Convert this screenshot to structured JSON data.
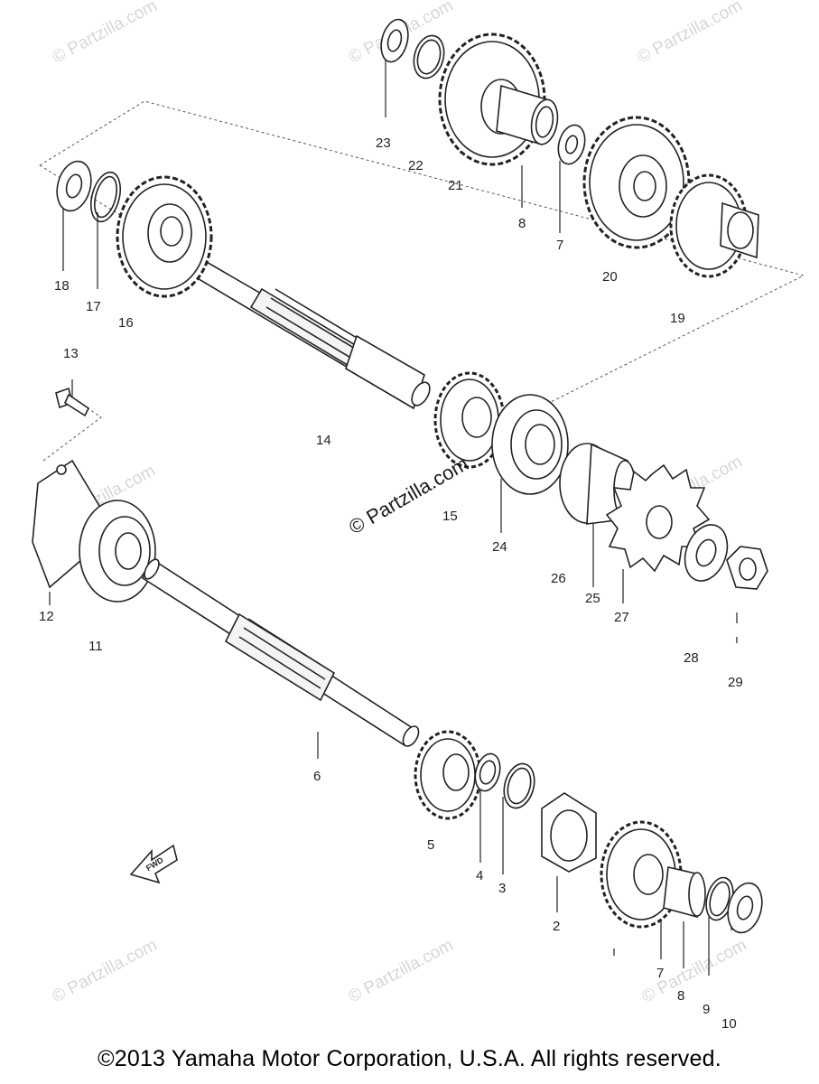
{
  "diagram": {
    "part_labels": [
      {
        "id": "23",
        "text": "23"
      },
      {
        "id": "22",
        "text": "22"
      },
      {
        "id": "21",
        "text": "21"
      },
      {
        "id": "8a",
        "text": "8"
      },
      {
        "id": "7a",
        "text": "7"
      },
      {
        "id": "20",
        "text": "20"
      },
      {
        "id": "19",
        "text": "19"
      },
      {
        "id": "18",
        "text": "18"
      },
      {
        "id": "17",
        "text": "17"
      },
      {
        "id": "16",
        "text": "16"
      },
      {
        "id": "13",
        "text": "13"
      },
      {
        "id": "14",
        "text": "14"
      },
      {
        "id": "15",
        "text": "15"
      },
      {
        "id": "24",
        "text": "24"
      },
      {
        "id": "26",
        "text": "26"
      },
      {
        "id": "25",
        "text": "25"
      },
      {
        "id": "27",
        "text": "27"
      },
      {
        "id": "28",
        "text": "28"
      },
      {
        "id": "29",
        "text": "29"
      },
      {
        "id": "12",
        "text": "12"
      },
      {
        "id": "11",
        "text": "11"
      },
      {
        "id": "6",
        "text": "6"
      },
      {
        "id": "5",
        "text": "5"
      },
      {
        "id": "4",
        "text": "4"
      },
      {
        "id": "3",
        "text": "3"
      },
      {
        "id": "2",
        "text": "2"
      },
      {
        "id": "7b",
        "text": "7"
      },
      {
        "id": "8b",
        "text": "8"
      },
      {
        "id": "9",
        "text": "9"
      },
      {
        "id": "10",
        "text": "10"
      }
    ],
    "fwd_label": "FWD",
    "watermark_center": "© Partzilla.com",
    "watermark_small": "© Partzilla.com"
  },
  "footer": {
    "copyright": "©2013 Yamaha Motor Corporation, U.S.A. All rights reserved."
  }
}
